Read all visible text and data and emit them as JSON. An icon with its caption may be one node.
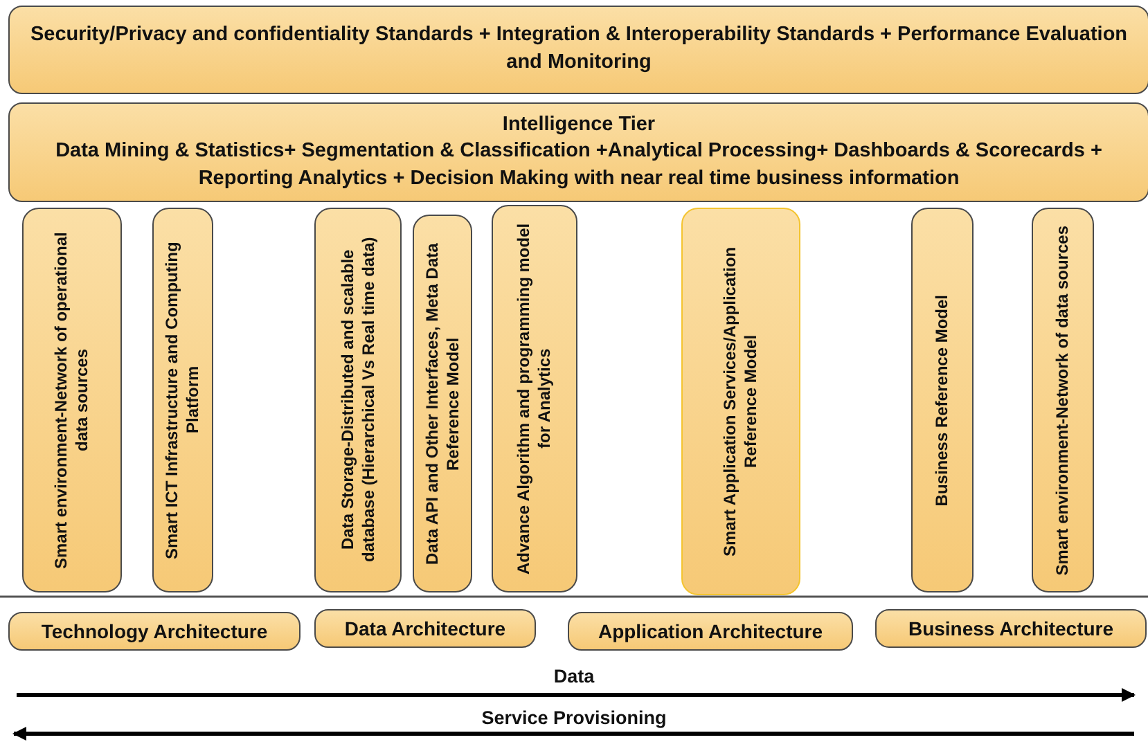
{
  "diagram": {
    "nodes": [
      {
        "text": [
          "Security/Privacy and confidentiality Standards + Integration & Interoperability Standards + Performance Evaluation and Monitoring"
        ]
      },
      {
        "text": [
          "Intelligence Tier",
          "Data Mining & Statistics+ Segmentation & Classification +Analytical Processing+ Dashboards & Scorecards + Reporting Analytics + Decision Making with near real time business information"
        ]
      },
      {
        "text": [
          "Smart environment-Network of operational data sources"
        ]
      },
      {
        "text": [
          "Smart ICT Infrastructure and Computing Platform"
        ]
      },
      {
        "text": [
          "Data Storage-Distributed and scalable database (Hierarchical Vs Real time data)"
        ]
      },
      {
        "text": [
          "Data API and Other Interfaces, Meta Data Reference Model"
        ]
      },
      {
        "text": [
          "Advance Algorithm and programming model for Analytics"
        ]
      },
      {
        "text": [
          "Smart Application Services/Application Reference Model"
        ]
      },
      {
        "text": [
          "Business Reference Model"
        ]
      },
      {
        "text": [
          "Smart environment-Network of data sources"
        ]
      },
      {
        "text": [
          "Technology Architecture"
        ]
      },
      {
        "text": [
          "Data Architecture"
        ]
      },
      {
        "text": [
          "Application Architecture"
        ]
      },
      {
        "text": [
          "Business Architecture"
        ]
      }
    ],
    "labels": [
      "Data",
      "Service Provisioning"
    ]
  }
}
